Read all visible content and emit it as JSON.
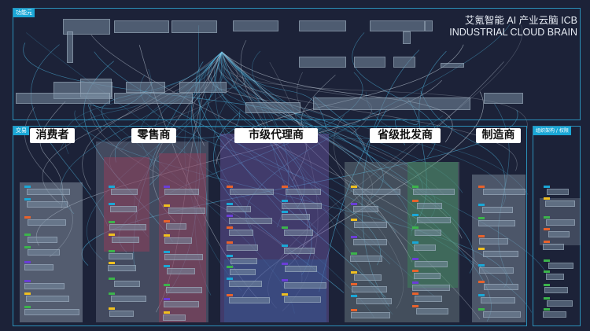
{
  "header": {
    "title_cn": "艾氪智能 AI 产业云脑 ICB",
    "title_en": "INDUSTRIAL CLOUD BRAIN"
  },
  "sections": {
    "function_units": "功能元",
    "transaction": "交易",
    "organization": "组织架构 / 权限"
  },
  "roles": [
    "消费者",
    "零售商",
    "市级代理商",
    "省级批发商",
    "制造商"
  ],
  "colors": {
    "background": "#1c2238",
    "frame": "#2b8fb8",
    "tag": "#1aa7d6",
    "retailer": "#8a3a55",
    "city_agent": "#5a4a8a",
    "provincial": "#3a7a5a",
    "node": "#7a8ca0",
    "link": "#4fb6e0"
  }
}
